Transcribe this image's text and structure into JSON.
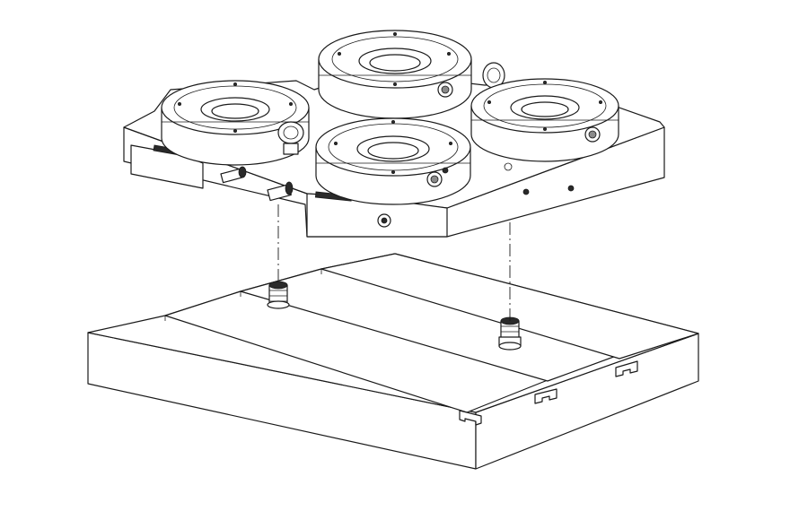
{
  "drawing": {
    "label_module_left": "",
    "label_module_front": "",
    "module_count": 4,
    "tslot_count": 3,
    "alignment_pin_count": 2
  },
  "icons": {
    "receiver": "zero-point-receiver-icon",
    "pin": "clamping-pin-icon",
    "eyebolt": "lifting-eye-icon",
    "fitting": "air-fitting-icon"
  }
}
